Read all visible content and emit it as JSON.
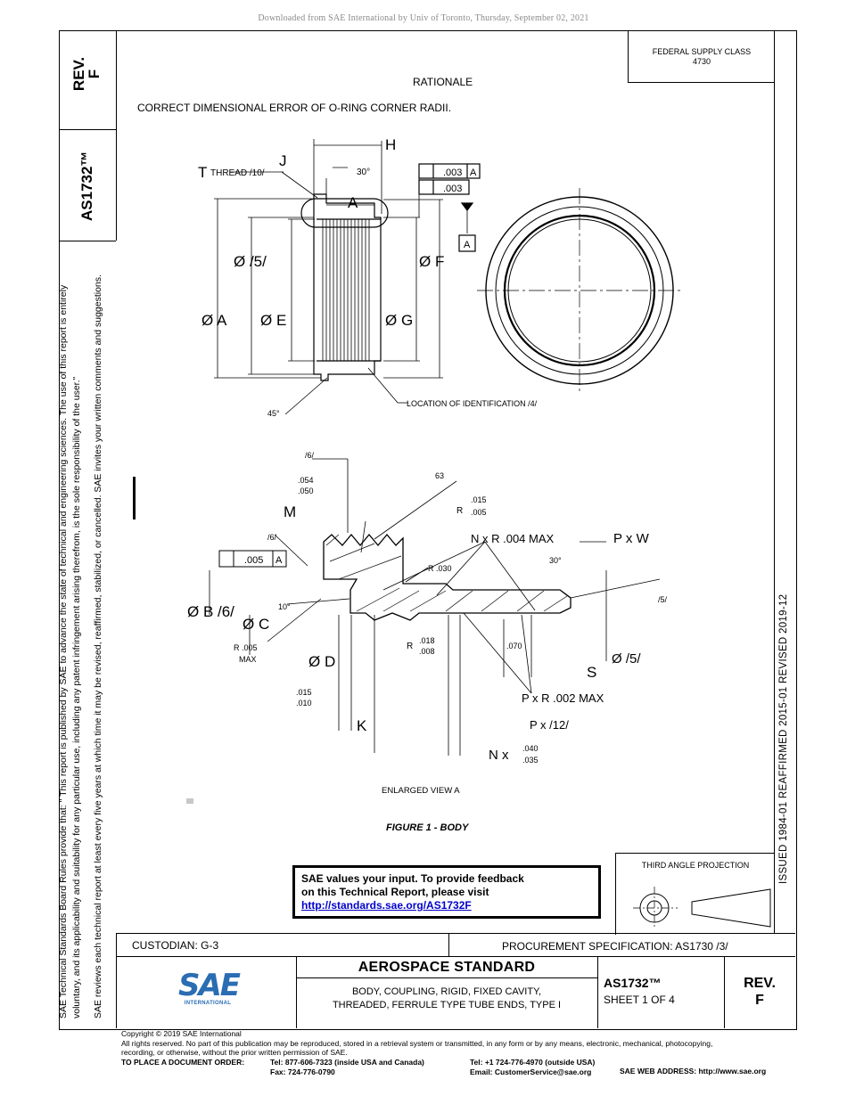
{
  "download_notice": "Downloaded from SAE International by Univ of Toronto, Thursday, September 02, 2021",
  "rev_box": {
    "label": "REV.",
    "value": "F"
  },
  "doc_number": "AS1732™",
  "sidebar_note": {
    "line1": "SAE Technical Standards Board Rules provide that: \"  This report is published by SAE to advance the state of technical and engineering sciences. The use of this report is entirely",
    "line2": "voluntary, and its applicability and suitability for any particular use, including any patent infringement arising therefrom, is the sole responsibility of the user.\"",
    "line3": "SAE reviews each technical report at least every five years at which time it may be revised, reaffirmed, stabilized, or cancelled. SAE invites your written comments and suggestions."
  },
  "federal_supply": {
    "line1": "FEDERAL SUPPLY CLASS",
    "line2": "4730"
  },
  "rationale_heading": "RATIONALE",
  "rationale_text": "CORRECT DIMENSIONAL ERROR OF O-RING CORNER RADII.",
  "status_vertical": "ISSUED 1984-01     REAFFIRMED 2015-01     REVISED 2019-12",
  "drawing": {
    "body_labels": {
      "thread": "THREAD /10/",
      "T": "T",
      "J": "J",
      "H": "H",
      "A": "A",
      "angle30": "30°",
      "dia5": "Ø /5/",
      "diaA": "Ø A",
      "diaE": "Ø E",
      "diaG": "Ø G",
      "diaF": "Ø F",
      "runout1": ".003",
      "runout1_ref": "A",
      "runout2": ".003",
      "datum": "A",
      "location_id": "LOCATION OF IDENTIFICATION /4/",
      "angle45": "45°"
    },
    "detail_labels": {
      "note6a": "/6/",
      "dim054": ".054",
      "dim050": ".050",
      "M": "M",
      "surf63": "63",
      "r015": ".015",
      "r005": ".005",
      "R": "R",
      "note6b": "/6/",
      "runout005": ".005",
      "runout_ref": "A",
      "N_R": "N x R .004 MAX",
      "P_W": "P x W",
      "R030": "R .030",
      "angle30": "30°",
      "note5a": "/5/",
      "diaB": "Ø B /6/",
      "diaC": "Ø C",
      "angle10": "10°",
      "r005max": "R .005",
      "max": "MAX",
      "diaD": "Ø D",
      "r018": ".018",
      "r008": ".008",
      "R2": "R",
      "dim070": ".070",
      "S": "S",
      "dia5": "Ø /5/",
      "dim015": ".015",
      "dim010": ".010",
      "K": "K",
      "P_R": "P x R .002 MAX",
      "P_12": "P x /12/",
      "N_040": ".040",
      "N_035": ".035",
      "N": "N x",
      "enlarged": "ENLARGED VIEW A"
    }
  },
  "figure_caption": "FIGURE 1 - BODY",
  "feedback": {
    "line1": "SAE values your input. To provide feedback",
    "line2": "on this Technical Report, please visit",
    "link": "http://standards.sae.org/AS1732F"
  },
  "projection_label": "THIRD ANGLE PROJECTION",
  "custodian": "CUSTODIAN: G-3",
  "procurement": "PROCUREMENT SPECIFICATION: AS1730 /3/",
  "logo_text": "SAE",
  "logo_sub": "INTERNATIONAL",
  "aerospace_standard": "AEROSPACE STANDARD",
  "title_line1": "BODY, COUPLING, RIGID, FIXED CAVITY,",
  "title_line2": "THREADED, FERRULE TYPE TUBE ENDS, TYPE I",
  "sheet_doc": "AS1732™",
  "sheet": "SHEET 1 OF 4",
  "rev_bottom": {
    "label": "REV.",
    "value": "F"
  },
  "footer": {
    "copyright": "Copyright © 2019 SAE International",
    "rights": "All rights reserved. No part of this publication may be reproduced, stored in a retrieval system or transmitted, in any form or by any means, electronic, mechanical, photocopying,",
    "rights2": "recording, or otherwise, without the prior written permission of SAE.",
    "order_label": "TO PLACE A DOCUMENT ORDER:",
    "tel1": "Tel:  877-606-7323 (inside USA and Canada)",
    "fax": "Fax:  724-776-0790",
    "tel2": "Tel: +1 724-776-4970 (outside USA)",
    "email": "Email: CustomerService@sae.org",
    "web": "SAE WEB ADDRESS: http://www.sae.org"
  },
  "colors": {
    "logo_blue": "#2a6db3",
    "link_blue": "#0000cc"
  }
}
